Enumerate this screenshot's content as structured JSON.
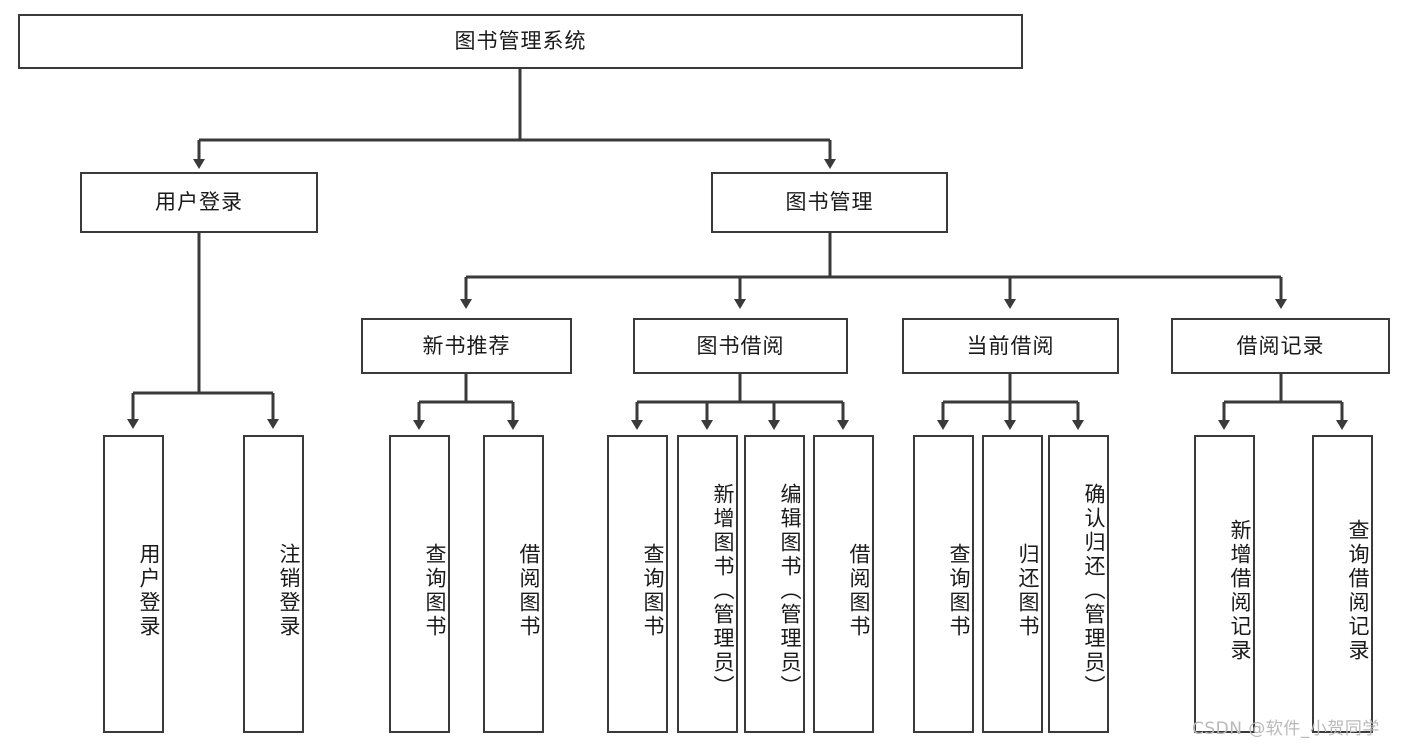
{
  "diagram": {
    "title": "图书管理系统",
    "type": "hierarchy-tree",
    "root": {
      "label": "图书管理系统"
    },
    "level1": [
      {
        "label": "用户登录"
      },
      {
        "label": "图书管理"
      }
    ],
    "level2": [
      {
        "label": "新书推荐"
      },
      {
        "label": "图书借阅"
      },
      {
        "label": "当前借阅"
      },
      {
        "label": "借阅记录"
      }
    ],
    "leaves": {
      "user_login": [
        {
          "label": "用户登录"
        },
        {
          "label": "注销登录"
        }
      ],
      "new_book_recommend": [
        {
          "label": "查询图书"
        },
        {
          "label": "借阅图书"
        }
      ],
      "book_borrow": [
        {
          "label": "查询图书"
        },
        {
          "label": "新增图书（管理员）"
        },
        {
          "label": "编辑图书（管理员）"
        },
        {
          "label": "借阅图书"
        }
      ],
      "current_borrow": [
        {
          "label": "查询图书"
        },
        {
          "label": "归还图书"
        },
        {
          "label": "确认归还（管理员）"
        }
      ],
      "borrow_record": [
        {
          "label": "新增借阅记录"
        },
        {
          "label": "查询借阅记录"
        }
      ]
    }
  },
  "watermark": {
    "text": "CSDN @软件_小贺同学"
  },
  "colors": {
    "stroke": "#3a3a3a",
    "background": "#ffffff",
    "text": "#1a1a1a",
    "watermark": "#b9b9b9"
  }
}
